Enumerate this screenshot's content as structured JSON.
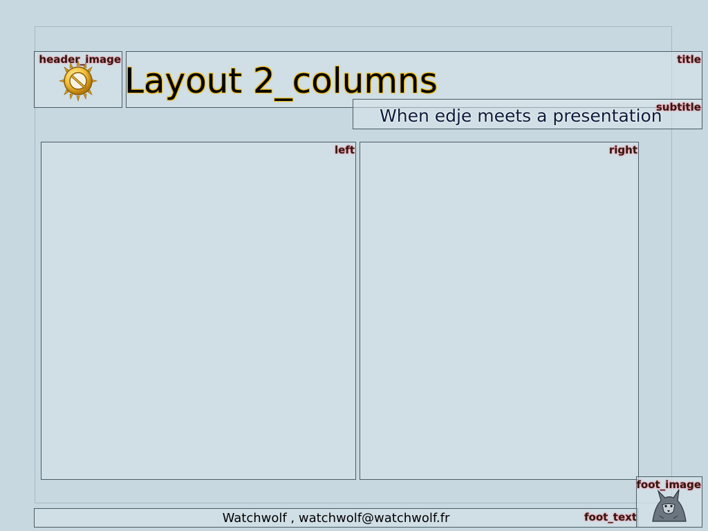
{
  "header": {
    "title": "Layout 2_columns",
    "subtitle": "When edje meets a presentation"
  },
  "labels": {
    "header_image": "header_image",
    "title": "title",
    "subtitle": "subtitle",
    "left": "left",
    "right": "right",
    "foot_image": "foot_image",
    "foot_text": "foot_text"
  },
  "footer": {
    "text": "Watchwolf , watchwolf@watchwolf.fr"
  },
  "icons": {
    "header_image": "enlightenment-logo-icon",
    "foot_image": "wolf-logo-icon"
  },
  "colors": {
    "background": "#c7d8e0",
    "box_border": "#4a5a64",
    "label_glow": "#ff8aa0",
    "title_outline": "#e8b400"
  }
}
